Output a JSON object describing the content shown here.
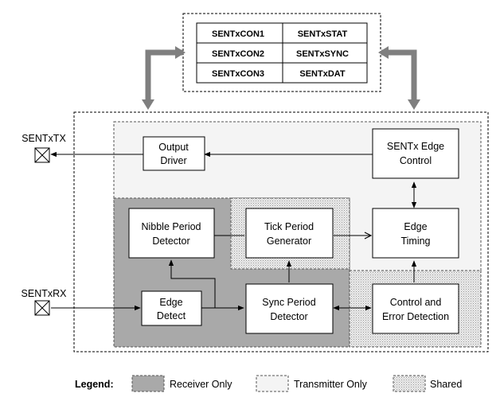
{
  "registers": [
    "SENTxCON1",
    "SENTxSTAT",
    "SENTxCON2",
    "SENTxSYNC",
    "SENTxCON3",
    "SENTxDAT"
  ],
  "pins": {
    "tx": "SENTxTX",
    "rx": "SENTxRX"
  },
  "blocks": {
    "output_driver": [
      "Output",
      "Driver"
    ],
    "edge_control": [
      "SENTx Edge",
      "Control"
    ],
    "nibble_detector": [
      "Nibble Period",
      "Detector"
    ],
    "tick_generator": [
      "Tick Period",
      "Generator"
    ],
    "edge_timing": [
      "Edge",
      "Timing"
    ],
    "edge_detect": [
      "Edge",
      "Detect"
    ],
    "sync_detector": [
      "Sync Period",
      "Detector"
    ],
    "control_error": [
      "Control and",
      "Error Detection"
    ]
  },
  "legend": {
    "title": "Legend:",
    "receiver": "Receiver Only",
    "transmitter": "Transmitter Only",
    "shared": "Shared"
  },
  "colors": {
    "receiver_fill": "#a9a9a9",
    "transmitter_fill": "#f4f4f4",
    "shared_fill": "#e2e2e2",
    "bus_arrow": "#7f7f7f",
    "line": "#000000"
  }
}
